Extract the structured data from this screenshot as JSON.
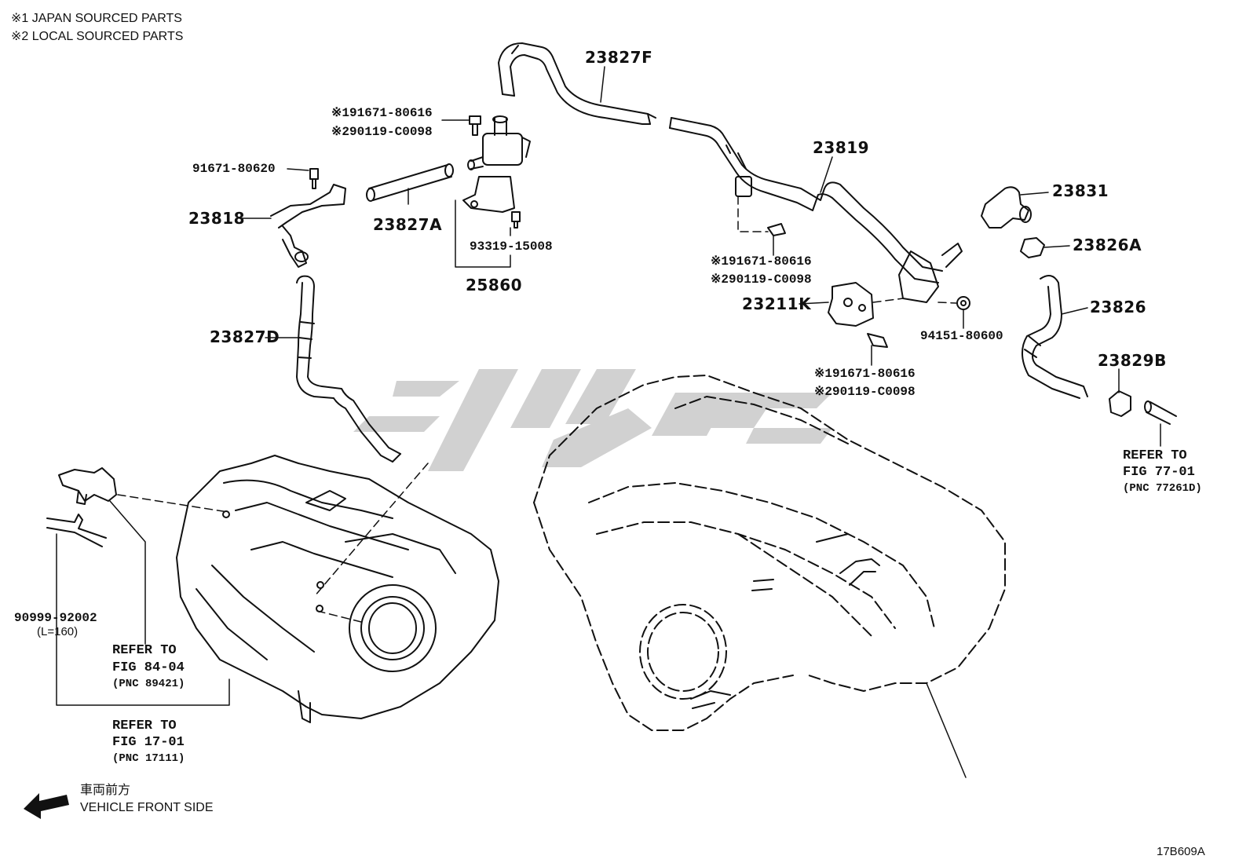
{
  "notes": {
    "note1": "※1 JAPAN SOURCED PARTS",
    "note2": "※2 LOCAL SOURCED PARTS"
  },
  "parts": {
    "p23827F": "23827F",
    "p23819": "23819",
    "p23831": "23831",
    "p23826A": "23826A",
    "p23826": "23826",
    "p23829B": "23829B",
    "p23818": "23818",
    "p23827A": "23827A",
    "p23827D": "23827D",
    "p25860": "25860",
    "p23211K": "23211K",
    "b91671_80620": "91671-80620",
    "b93319_15008": "93319-15008",
    "n94151_80600": "94151-80600",
    "b1_top": "※191671-80616",
    "b2_top": "※290119-C0098",
    "b1_mid": "※191671-80616",
    "b2_mid": "※290119-C0098",
    "b1_low": "※191671-80616",
    "b2_low": "※290119-C0098",
    "hose90999": "90999-92002",
    "hose_len": "(L=160)"
  },
  "refs": {
    "r1_l1": "REFER TO",
    "r1_l2": "FIG 77-01",
    "r1_l3": "(PNC 77261D)",
    "r2_l1": "REFER TO",
    "r2_l2": "FIG 84-04",
    "r2_l3": "(PNC 89421)",
    "r3_l1": "REFER TO",
    "r3_l2": "FIG 17-01",
    "r3_l3": "(PNC 17111)"
  },
  "orientation": {
    "jp": "車両前方",
    "en": "VEHICLE FRONT SIDE"
  },
  "figure_id": "17B609A",
  "colors": {
    "line": "#111111",
    "watermark": "#c8c8c8",
    "background": "#ffffff"
  }
}
